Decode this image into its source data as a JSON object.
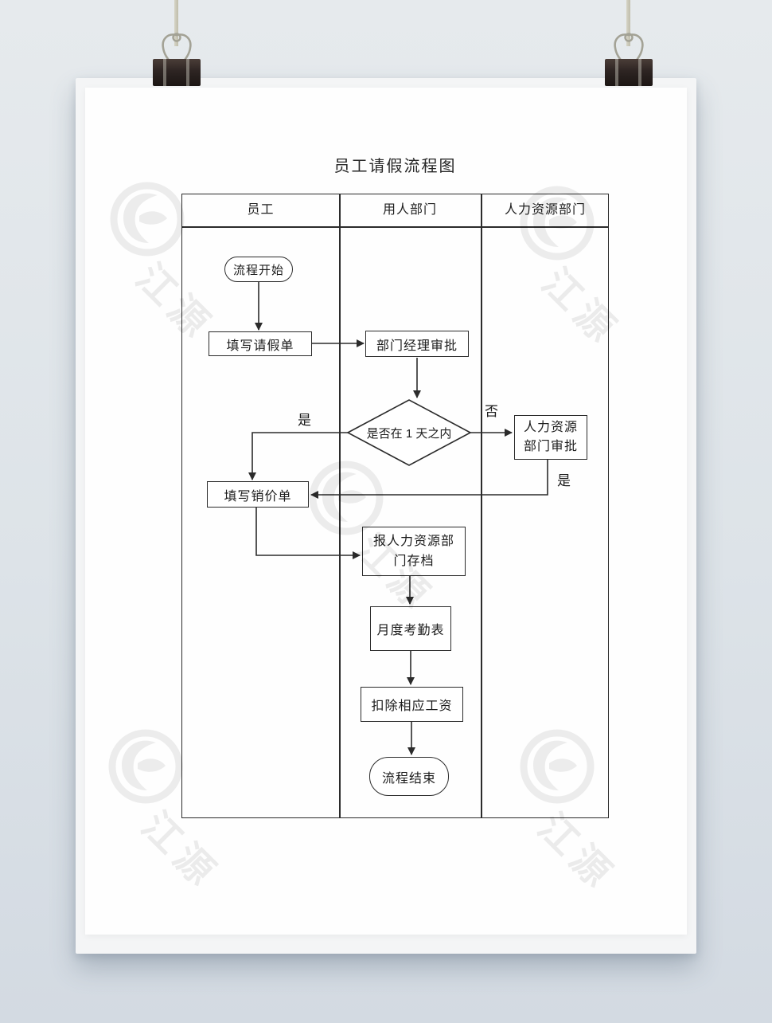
{
  "document": {
    "title": "员工请假流程图",
    "watermark": {
      "brand_text": "江源",
      "logo": "jiangyuan-swirl-logo"
    }
  },
  "swimlanes": {
    "columns": [
      {
        "label": "员工"
      },
      {
        "label": "用人部门"
      },
      {
        "label": "人力资源部门"
      }
    ]
  },
  "flowchart": {
    "nodes": {
      "start": {
        "type": "terminator",
        "label": "流程开始"
      },
      "fill_leave_form": {
        "type": "process",
        "label": "填写请假单"
      },
      "manager_approval": {
        "type": "process",
        "label": "部门经理审批"
      },
      "within_one_day": {
        "type": "decision",
        "label": "是否在 1 天之内"
      },
      "hr_approval": {
        "type": "process",
        "line1": "人力资源",
        "line2": "部门审批"
      },
      "fill_cancellation_form": {
        "type": "process",
        "label": "填写销价单"
      },
      "report_hr_archive": {
        "type": "process",
        "line1": "报人力资源部",
        "line2": "门存档"
      },
      "monthly_attendance": {
        "type": "process",
        "label": "月度考勤表"
      },
      "deduct_salary": {
        "type": "process",
        "label": "扣除相应工资"
      },
      "end": {
        "type": "terminator",
        "label": "流程结束"
      }
    },
    "edge_labels": {
      "decision_yes": "是",
      "decision_no": "否",
      "hr_yes": "是"
    }
  },
  "colors": {
    "background": "#dde3e8",
    "paper": "#fefefe",
    "line": "#2b2b2b",
    "watermark_gray": "#ececec",
    "clip_body": "#2d2422",
    "clip_string": "#c9c7b6"
  }
}
